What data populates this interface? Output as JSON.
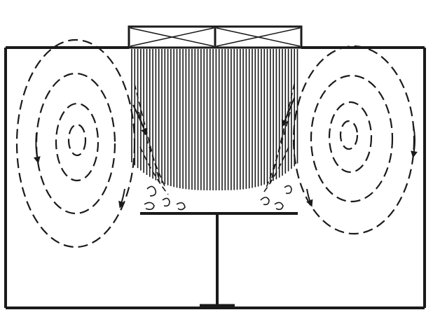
{
  "diagram": {
    "kind": "airflow-schematic",
    "elements": [
      "room-enclosure",
      "ceiling-supply-unit-with-filters",
      "downward-laminar-airflow",
      "work-table-on-pedestal",
      "left-recirculation-vortex",
      "right-recirculation-vortex",
      "turbulent-eddies-at-table-edges"
    ],
    "filter_count": 2,
    "vortex_count": 2,
    "colors": {
      "ink": "#1a1a1a",
      "background": "#ffffff"
    }
  }
}
